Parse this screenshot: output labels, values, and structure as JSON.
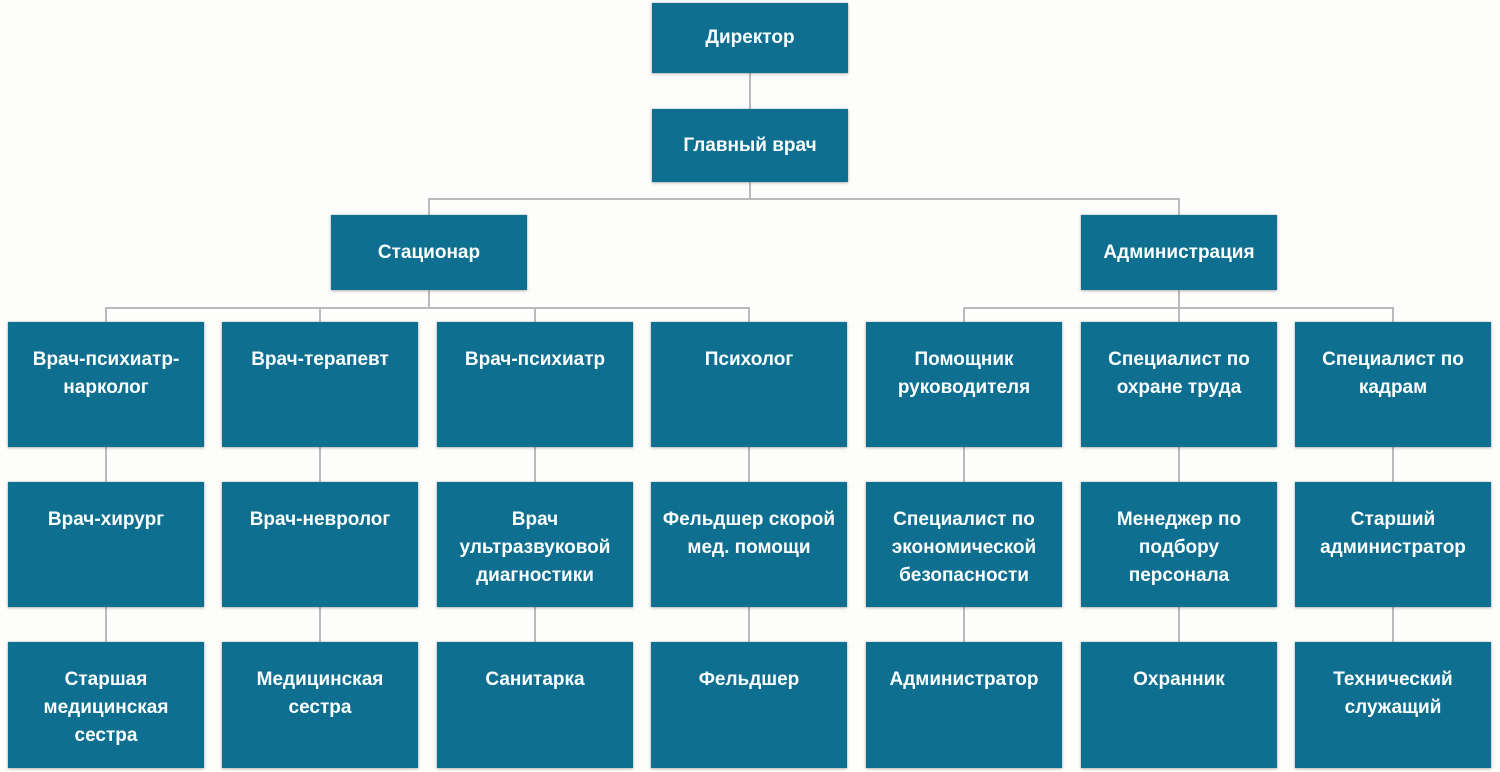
{
  "colors": {
    "node_fill": "#0e6f90",
    "node_text": "#fbfeff",
    "connector_line": "#b9babb",
    "background": "#fdfdfc"
  },
  "diagram": {
    "type": "org-chart",
    "root": {
      "label": "Директор"
    },
    "level2": {
      "label": "Главный врач"
    },
    "branches": [
      {
        "label": "Стационар"
      },
      {
        "label": "Администрация"
      }
    ],
    "columns": [
      {
        "branch": "Стационар",
        "top": "Врач-психиатр-нарколог",
        "middle": "Врач-хирург",
        "bottom": "Старшая медицинская сестра"
      },
      {
        "branch": "Стационар",
        "top": "Врач-терапевт",
        "middle": "Врач-невролог",
        "bottom": "Медицинская сестра"
      },
      {
        "branch": "Стационар",
        "top": "Врач-психиатр",
        "middle": "Врач ультразвуковой диагностики",
        "bottom": "Санитарка"
      },
      {
        "branch": "Стационар",
        "top": "Психолог",
        "middle": "Фельдшер скорой мед. помощи",
        "bottom": "Фельдшер"
      },
      {
        "branch": "Администрация",
        "top": "Помощник руководителя",
        "middle": "Специалист по экономической безопасности",
        "bottom": "Администратор"
      },
      {
        "branch": "Администрация",
        "top": "Специалист по охране труда",
        "middle": "Менеджер по подбору персонала",
        "bottom": "Охранник"
      },
      {
        "branch": "Администрация",
        "top": "Специалист по кадрам",
        "middle": "Старший администратор",
        "bottom": "Технический служащий"
      }
    ]
  }
}
